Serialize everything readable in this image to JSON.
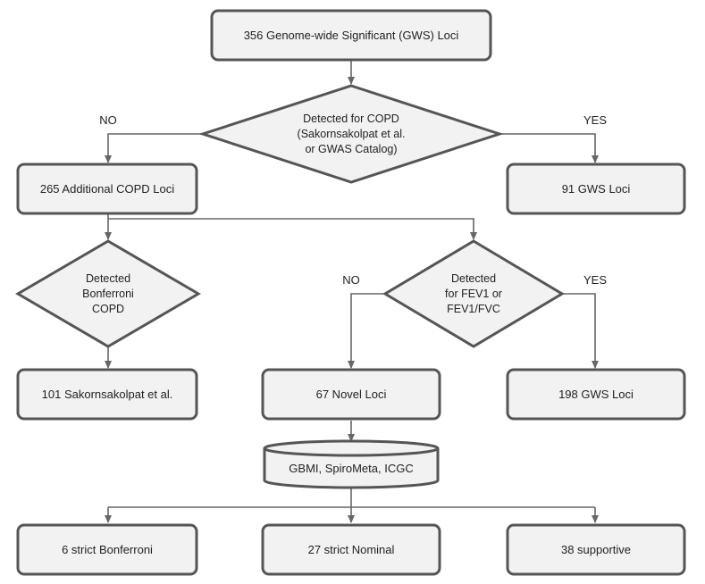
{
  "nodes": {
    "root": "356 Genome-wide Significant (GWS) Loci",
    "decision_copd": [
      "Detected for COPD",
      "(Sakornsakolpat et al.",
      "or GWAS Catalog)"
    ],
    "additional_copd": "265 Additional COPD Loci",
    "gws_91": "91 GWS Loci",
    "decision_bonferroni": [
      "Detected",
      "Bonferroni",
      "COPD"
    ],
    "decision_fev": [
      "Detected",
      "for FEV1 or",
      "FEV1/FVC"
    ],
    "sakornsakolpat_101": "101 Sakornsakolpat et al.",
    "novel_67": "67 Novel Loci",
    "gws_198": "198 GWS Loci",
    "datasets": "GBMI, SpiroMeta, ICGC",
    "strict_bonferroni": "6 strict Bonferroni",
    "strict_nominal": "27 strict Nominal",
    "supportive": "38 supportive"
  },
  "edge_labels": {
    "copd_no": "NO",
    "copd_yes": "YES",
    "fev_no": "NO",
    "fev_yes": "YES"
  }
}
